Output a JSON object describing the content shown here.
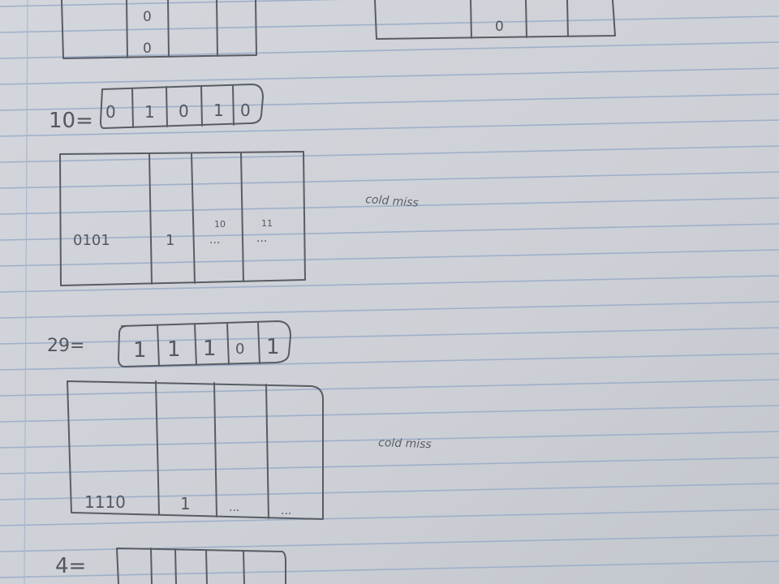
{
  "scene": {
    "subject": "handwritten cache-mapping exercise on ruled notebook paper"
  },
  "paper": {
    "color": "#cfd2d8",
    "rule_color": "#9fb0c9",
    "margin_color": "#a9b8cf",
    "pencil_color": "#5a5c63"
  },
  "top_left_box": {
    "digits": [
      "0",
      "0"
    ]
  },
  "top_right_box": {
    "digits": [
      "0"
    ]
  },
  "entry_10": {
    "label": "10=",
    "bits": [
      "0",
      "1",
      "0",
      "1",
      "0"
    ],
    "table": {
      "cells": [
        "0101",
        "1",
        "10\n...",
        "11\n..."
      ]
    },
    "note": "cold miss"
  },
  "entry_29": {
    "label": "29=",
    "bits": [
      "1",
      "1",
      "1",
      "0",
      "1"
    ],
    "table": {
      "cells": [
        "1110",
        "1",
        "...",
        "..."
      ]
    },
    "note": "cold miss"
  },
  "entry_4": {
    "label": "4="
  }
}
